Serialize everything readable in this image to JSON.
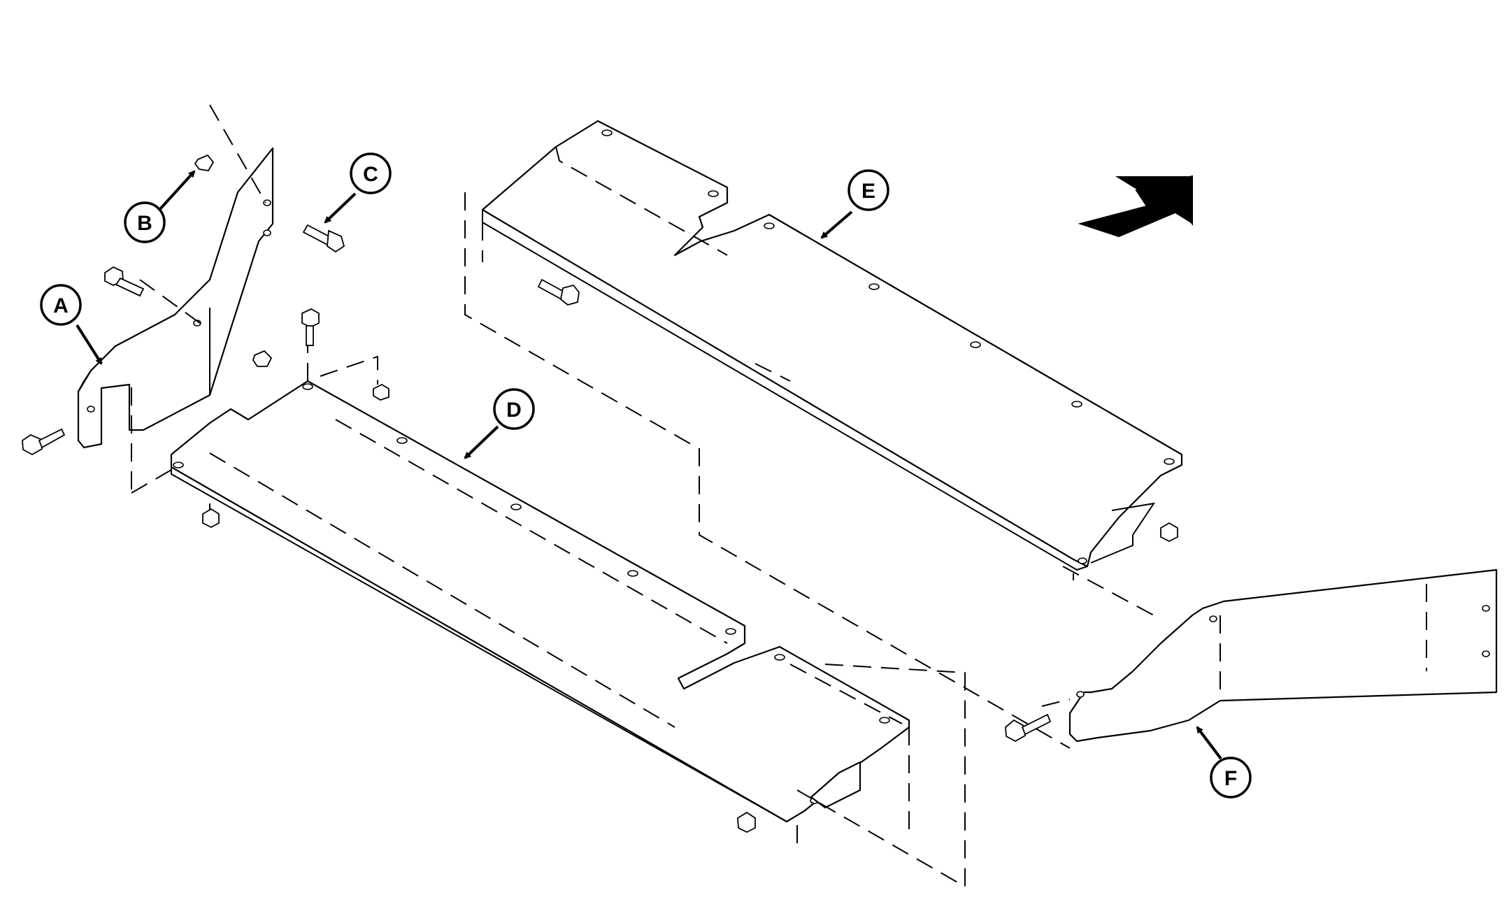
{
  "callouts": {
    "a": "A",
    "b": "B",
    "c": "C",
    "d": "D",
    "e": "E",
    "f": "F"
  },
  "icons": {
    "direction_arrow": "forward-direction-arrow-icon"
  }
}
